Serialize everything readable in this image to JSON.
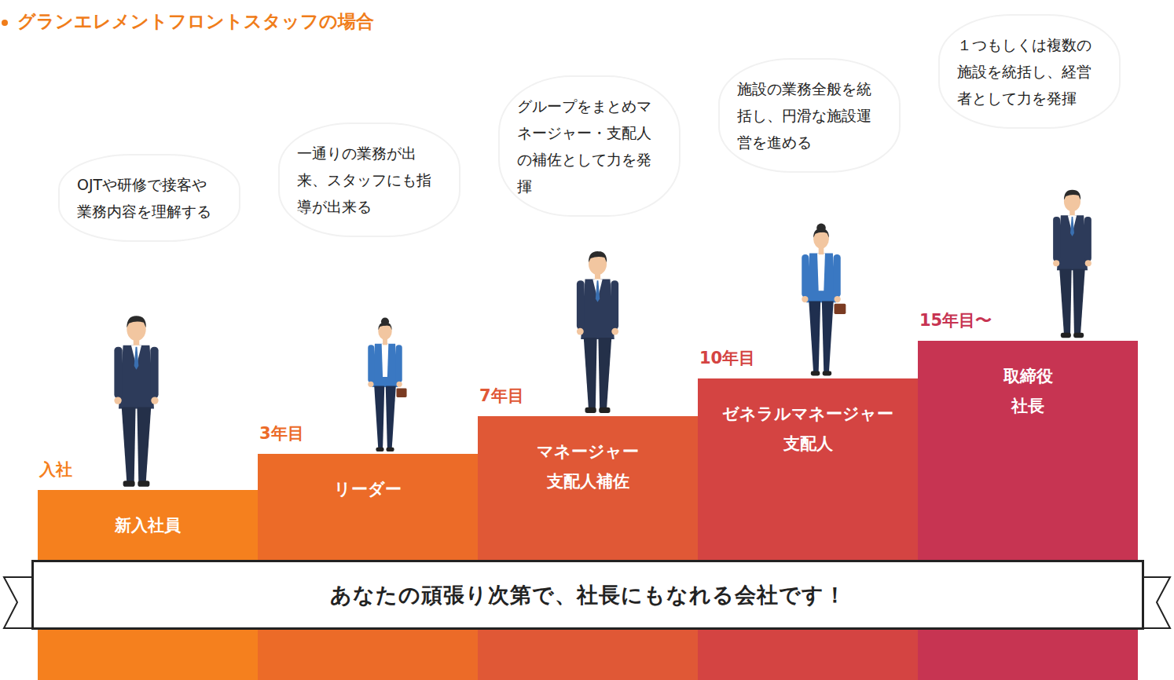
{
  "diagram": {
    "title": "グランエレメントフロントスタッフの場合",
    "nodes": [
      {
        "text": [
          "入社",
          "新入社員"
        ]
      },
      {
        "text": [
          "3年目",
          "リーダー"
        ]
      },
      {
        "text": [
          "7年目",
          "マネージャー 支配人補佐"
        ]
      },
      {
        "text": [
          "10年目",
          "ゼネラルマネージャー 支配人"
        ]
      },
      {
        "text": [
          "15年目〜",
          "取締役 社長"
        ]
      },
      {
        "text": [
          "OJTや研修で接客や業務内容を理解する"
        ]
      },
      {
        "text": [
          "一通りの業務が出来、スタッフにも指導が出来る"
        ]
      },
      {
        "text": [
          "グループをまとめマネージャー・支配人の補佐として力を発揮"
        ]
      },
      {
        "text": [
          "施設の業務全般を統括し、円滑な施設運営を進める"
        ]
      },
      {
        "text": [
          "１つもしくは複数の施設を統括し、経営者として力を発揮"
        ]
      },
      {
        "text": [
          "あなたの頑張り次第で、社長にもなれる会社です！"
        ]
      }
    ]
  }
}
